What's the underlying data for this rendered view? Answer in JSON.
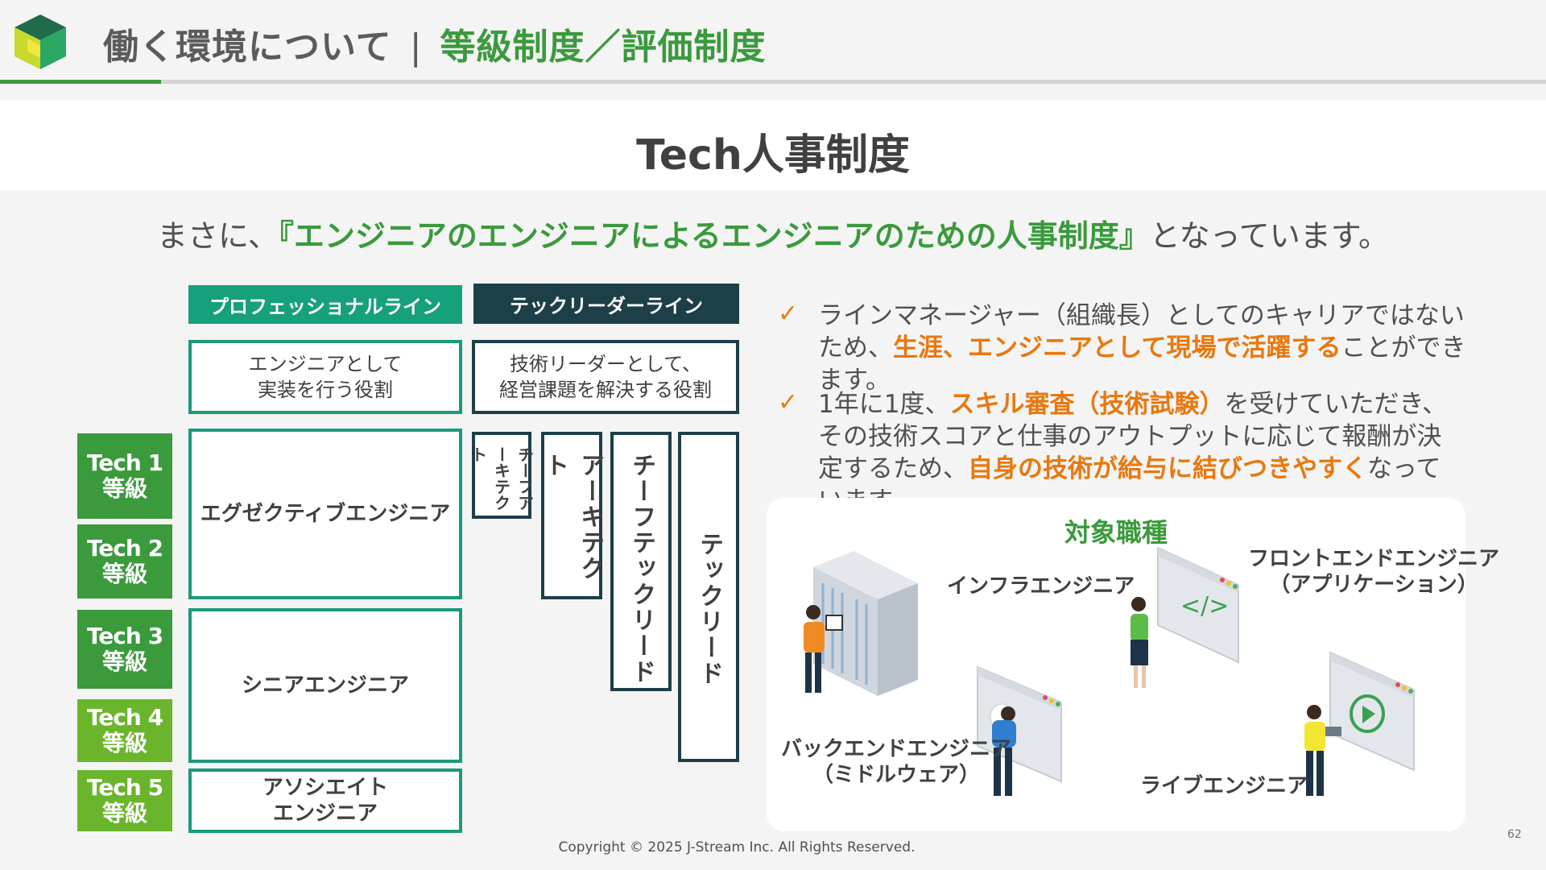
{
  "header": {
    "section": "働く環境について",
    "separator": "|",
    "subtitle": "等級制度／評価制度",
    "accent_color": "#3c9a3c",
    "logo_icon": "cube-logo-icon"
  },
  "main_title": "Tech人事制度",
  "tagline": {
    "prefix": "まさに、",
    "highlight": "『エンジニアのエンジニアによるエンジニアのための人事制度』",
    "suffix": "となっています。"
  },
  "lines": {
    "professional": {
      "label": "プロフェッショナルライン",
      "role": "エンジニアとして\n実装を行う役割",
      "color": "#17a07c"
    },
    "techlead": {
      "label": "テックリーダーライン",
      "role": "技術リーダーとして、\n経営課題を解決する役割",
      "color": "#1c3f48"
    }
  },
  "grades": [
    {
      "name": "Tech 1",
      "suffix": "等級",
      "color": "#3a9a3c"
    },
    {
      "name": "Tech 2",
      "suffix": "等級",
      "color": "#3a9a3c"
    },
    {
      "name": "Tech 3",
      "suffix": "等級",
      "color": "#3a9a3c"
    },
    {
      "name": "Tech 4",
      "suffix": "等級",
      "color": "#6ab52c"
    },
    {
      "name": "Tech 5",
      "suffix": "等級",
      "color": "#6ab52c"
    }
  ],
  "professional_levels": [
    "エグゼクティブエンジニア",
    "シニアエンジニア",
    "アソシエイト\nエンジニア"
  ],
  "techlead_levels": [
    "チーフアーキテクト",
    "アーキテクト",
    "チーフテックリード",
    "テックリード"
  ],
  "bullets": [
    {
      "pre": "ラインマネージャー（組織長）としてのキャリアではないため、",
      "hl": "生涯、エンジニアとして現場で活躍する",
      "post": "ことができます。"
    },
    {
      "pre": "1年に1度、",
      "hl": "スキル審査（技術試験）",
      "mid": "を受けていただき、その技術スコアと仕事のアウトプットに応じて報酬が決定するため、",
      "hl2": "自身の技術が給与に結びつきやすく",
      "post": "なっています。"
    }
  ],
  "bullet_icon": "check-icon",
  "jobs": {
    "title": "対象職種",
    "items": [
      "インフラエンジニア",
      "フロントエンドエンジニア\n（アプリケーション）",
      "バックエンドエンジニア\n（ミドルウェア）",
      "ライブエンジニア"
    ]
  },
  "footer": "Copyright © 2025 J-Stream Inc. All Rights Reserved.",
  "page_number": "62"
}
